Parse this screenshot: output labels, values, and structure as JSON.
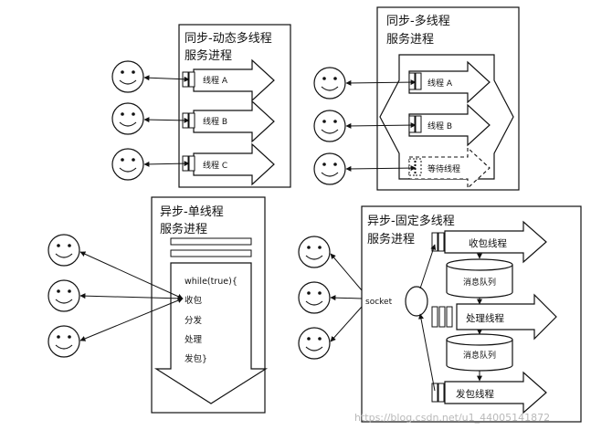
{
  "panels": {
    "sync_dynamic": {
      "title_line1": "同步-动态多线程",
      "title_line2": "服务进程",
      "threads": [
        "线程 A",
        "线程 B",
        "线程 C"
      ]
    },
    "sync_multi": {
      "title_line1": "同步-多线程",
      "title_line2": "服务进程",
      "threads": [
        "线程 A",
        "线程 B"
      ],
      "waiting_thread": "等待线程"
    },
    "async_single": {
      "title_line1": "异步-单线程",
      "title_line2": "服务进程",
      "code_lines": [
        "while(true){",
        "收包",
        "分发",
        "处理",
        "发包}"
      ]
    },
    "async_fixed": {
      "title_line1": "异步-固定多线程",
      "title_line2": "服务进程",
      "socket_label": "socket",
      "receive_thread": "收包线程",
      "queue_1": "消息队列",
      "process_thread": "处理线程",
      "queue_2": "消息队列",
      "send_thread": "发包线程"
    }
  },
  "watermark": "https://blog.csdn.net/u1_44005141872",
  "colors": {
    "stroke": "#111111",
    "background": "#ffffff",
    "watermark": "#b9b9b9"
  }
}
